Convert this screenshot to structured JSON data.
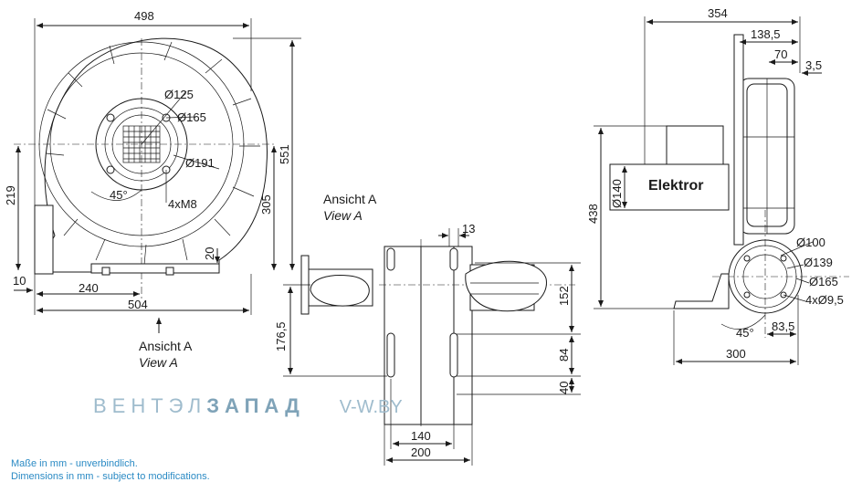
{
  "watermark": {
    "brand_light": "ВЕНТЭЛ",
    "brand_bold": "ЗАПАД",
    "site": "V-W.BY"
  },
  "notes": {
    "de": "Maße in mm - unverbindlich.",
    "en": "Dimensions in mm - subject to modifications."
  },
  "front_view": {
    "dims": {
      "width_top": "498",
      "height": "551",
      "shaft_height": "305",
      "left_219": "219",
      "d125": "Ø125",
      "d165": "Ø165",
      "d191": "Ø191",
      "angle": "45°",
      "bolts": "4xM8",
      "d20": "20",
      "d10": "10",
      "d240": "240",
      "d504": "504"
    },
    "view_label": "Ansicht A",
    "view_label_en": "View A"
  },
  "side_view": {
    "dims": {
      "d13": "13",
      "d152": "152",
      "d176": "176,5",
      "d84": "84",
      "d40": "40",
      "d140": "140",
      "d200": "200"
    },
    "view_label": "Ansicht A",
    "view_label_en": "View A"
  },
  "right_view": {
    "dims": {
      "d354": "354",
      "d138": "138,5",
      "d70": "70",
      "d35": "3,5",
      "d438": "438",
      "d140": "Ø140",
      "d100": "Ø100",
      "d139": "Ø139",
      "d165": "Ø165",
      "holes": "4xØ9,5",
      "angle": "45°",
      "d83": "83,5",
      "d300": "300"
    },
    "motor_label": "Elektror"
  },
  "colors": {
    "line": "#1a1a1a",
    "watermark": "#9fbccd",
    "note": "#2a8ac4"
  }
}
